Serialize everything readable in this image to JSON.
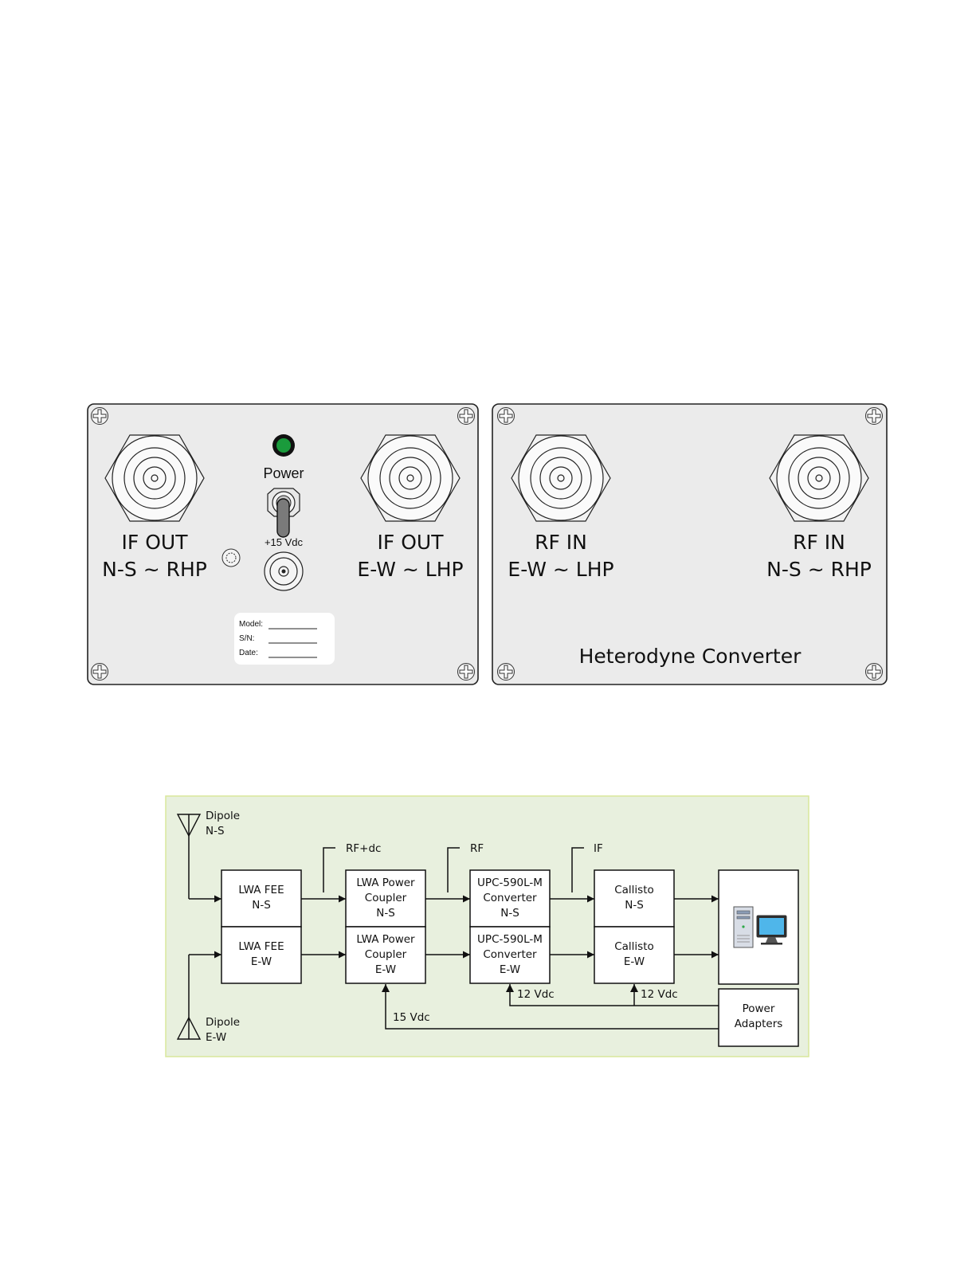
{
  "panels": {
    "left": {
      "connector_left": {
        "line1": "IF OUT",
        "line2": "N-S ~ RHP"
      },
      "connector_right": {
        "line1": "IF OUT",
        "line2": "E-W ~ LHP"
      },
      "power_label": "Power",
      "dc_label": "+15 Vdc",
      "led_color": "#1a9b3c",
      "info_label": {
        "model": "Model:",
        "sn": "S/N:",
        "date": "Date:"
      }
    },
    "right": {
      "connector_left": {
        "line1": "RF IN",
        "line2": "E-W ~ LHP"
      },
      "connector_right": {
        "line1": "RF IN",
        "line2": "N-S ~ RHP"
      },
      "title": "Heterodyne Converter"
    }
  },
  "block_diagram": {
    "background": "#e8f0de",
    "antenna_ns": {
      "line1": "Dipole",
      "line2": "N-S"
    },
    "antenna_ew": {
      "line1": "Dipole",
      "line2": "E-W"
    },
    "signal_labels": [
      "RF+dc",
      "RF",
      "IF"
    ],
    "blocks": [
      {
        "id": "fee_ns",
        "lines": [
          "LWA FEE",
          "N-S"
        ]
      },
      {
        "id": "fee_ew",
        "lines": [
          "LWA FEE",
          "E-W"
        ]
      },
      {
        "id": "coupler_ns",
        "lines": [
          "LWA Power",
          "Coupler",
          "N-S"
        ]
      },
      {
        "id": "coupler_ew",
        "lines": [
          "LWA Power",
          "Coupler",
          "E-W"
        ]
      },
      {
        "id": "conv_ns",
        "lines": [
          "UPC-590L-M",
          "Converter",
          "N-S"
        ]
      },
      {
        "id": "conv_ew",
        "lines": [
          "UPC-590L-M",
          "Converter",
          "E-W"
        ]
      },
      {
        "id": "callisto_ns",
        "lines": [
          "Callisto",
          "N-S"
        ]
      },
      {
        "id": "callisto_ew",
        "lines": [
          "Callisto",
          "E-W"
        ]
      },
      {
        "id": "power_adapters",
        "lines": [
          "Power",
          "Adapters"
        ]
      }
    ],
    "supply_labels": [
      "12 Vdc",
      "12 Vdc",
      "15 Vdc"
    ],
    "computer_icon": "computer-icon"
  }
}
